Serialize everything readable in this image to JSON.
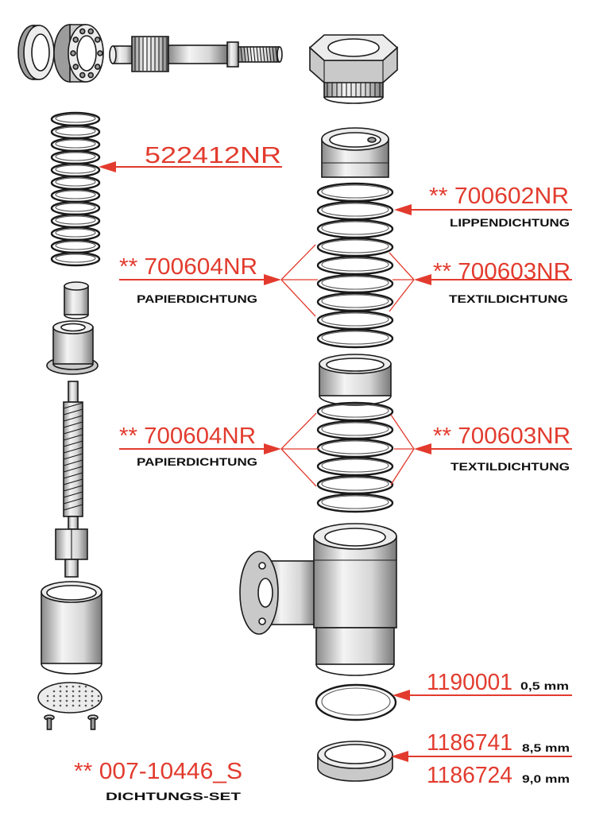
{
  "labels": {
    "part_522412": {
      "number": "522412NR"
    },
    "lip_seal": {
      "number": "** 700602NR",
      "name": "LIPPENDICHTUNG"
    },
    "paper_seal_upper": {
      "number": "** 700604NR",
      "name": "PAPIERDICHTUNG"
    },
    "textile_seal_upper": {
      "number": "** 700603NR",
      "name": "TEXTILDICHTUNG"
    },
    "paper_seal_lower": {
      "number": "** 700604NR",
      "name": "PAPIERDICHTUNG"
    },
    "textile_seal_lower": {
      "number": "** 700603NR",
      "name": "TEXTILDICHTUNG"
    },
    "ring_1190001": {
      "number": "1190001",
      "size": "0,5 mm"
    },
    "ring_1186741": {
      "number": "1186741",
      "size": "8,5 mm"
    },
    "ring_1186724": {
      "number": "1186724",
      "size": "9,0 mm"
    },
    "seal_set": {
      "number": "** 007-10446_S",
      "name": "DICHTUNGS-SET"
    }
  },
  "colors": {
    "label_red": "#e23b2e",
    "text_black": "#111111",
    "line": "#1a1a1a",
    "background": "#ffffff"
  }
}
